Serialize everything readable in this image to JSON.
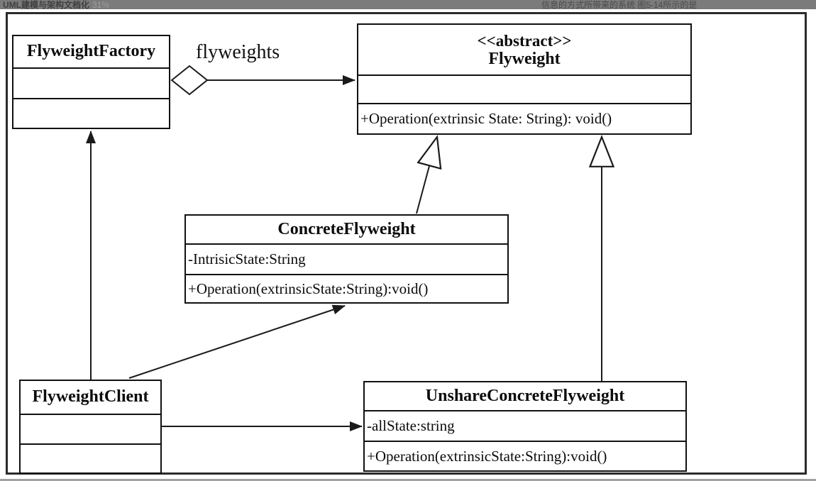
{
  "header": {
    "doc_title": "UML建模与架构文档化",
    "zoom_level": "31%",
    "right_text_partial": "信息的方式所带来的系统 图5-14所示的是"
  },
  "diagram": {
    "type": "uml-class-diagram",
    "pattern": "Flyweight",
    "classes": {
      "flyweight_factory": {
        "name": "FlyweightFactory"
      },
      "flyweight": {
        "stereotype": "<<abstract>>",
        "name": "Flyweight",
        "operation": "+Operation(extrinsic State: String): void()"
      },
      "concrete_flyweight": {
        "name": "ConcreteFlyweight",
        "attribute": "-IntrisicState:String",
        "operation": "+Operation(extrinsicState:String):void()"
      },
      "unshare_concrete_flyweight": {
        "name": "UnshareConcreteFlyweight",
        "attribute": "-allState:string",
        "operation": "+Operation(extrinsicState:String):void()"
      },
      "flyweight_client": {
        "name": "FlyweightClient"
      }
    },
    "relationships": {
      "aggregation_label": "flyweights",
      "edges": [
        "FlyweightFactory o-> Flyweight (aggregation, label: flyweights)",
        "ConcreteFlyweight --|> Flyweight (generalization)",
        "UnshareConcreteFlyweight --|> Flyweight (generalization)",
        "FlyweightClient -> FlyweightFactory (association)",
        "FlyweightClient -> ConcreteFlyweight (association)",
        "FlyweightClient -> UnshareConcreteFlyweight (association)"
      ]
    },
    "colors": {
      "line": "#1a1a1a",
      "box_fill": "#ffffff",
      "frame_border": "#2b2b2b",
      "header_bg": "#7b7b7b",
      "header_text": "#3f3f3f",
      "header_muted": "#9e9e9e",
      "bottom_strip": "#a1a1a1"
    }
  }
}
